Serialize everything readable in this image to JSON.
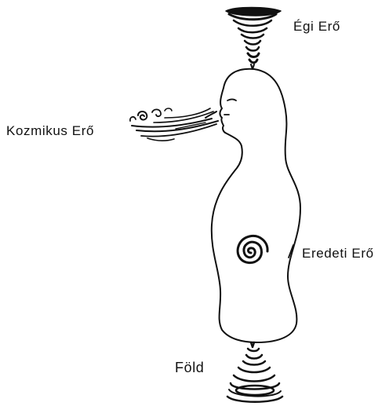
{
  "labels": {
    "heaven": "Égi Erő",
    "cosmic": "Kozmikus Erő",
    "original": "Eredeti Erő",
    "earth": "Föld"
  },
  "colors": {
    "ink": "#111111",
    "background": "#ffffff"
  },
  "icons": {
    "heaven_force": "downward-vortex-icon",
    "cosmic_force": "wind-swirl-icon",
    "original_force": "spiral-icon",
    "earth_force": "upward-vortex-icon"
  }
}
